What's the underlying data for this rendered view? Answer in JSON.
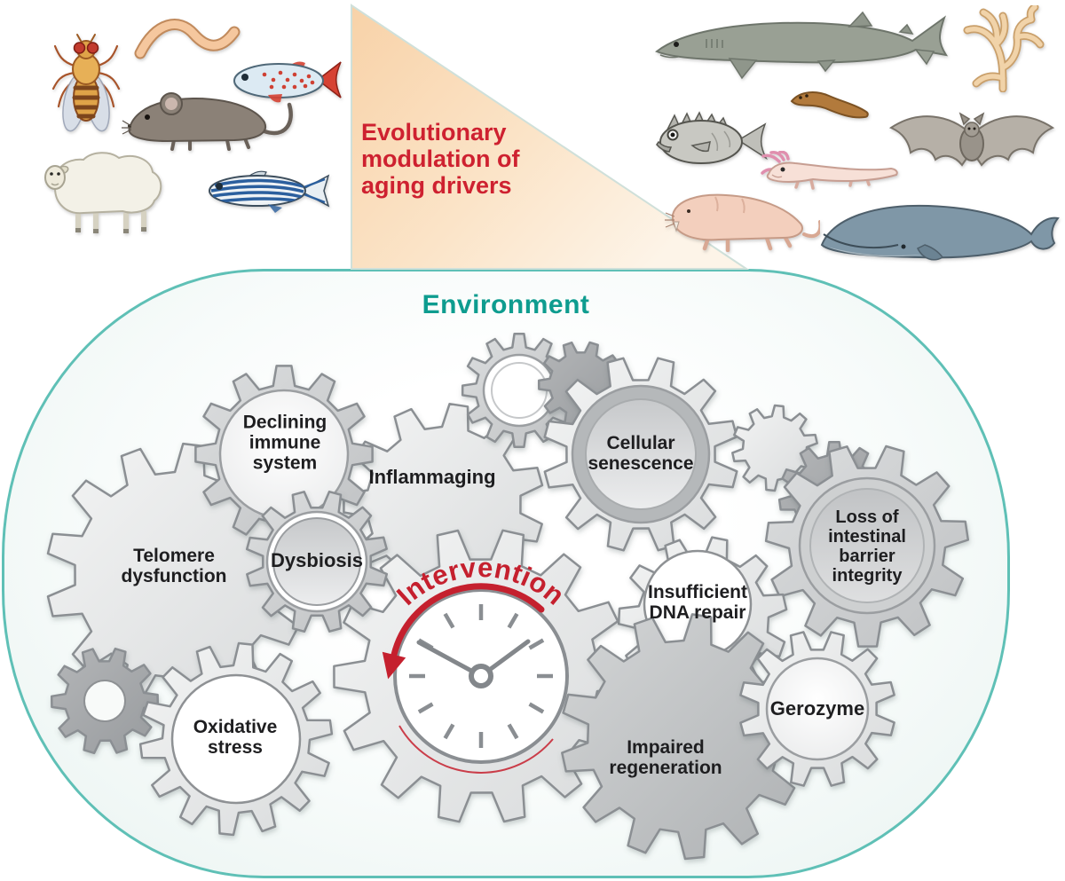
{
  "top": {
    "triangle_label": "Evolutionary\nmodulation of\naging drivers",
    "short_lived_models": [
      "fruit-fly",
      "roundworm",
      "turquoise-killifish",
      "mouse",
      "sheep",
      "zebrafish"
    ],
    "long_lived_models": [
      "greenland-shark",
      "coral",
      "rockfish",
      "planarian",
      "bat",
      "axolotl",
      "naked-mole-rat",
      "bowhead-whale"
    ]
  },
  "environment": {
    "title": "Environment",
    "clock": {
      "intervention_label": "Intervention"
    },
    "gear_labels": {
      "declining_immune_system": "Declining\nimmune\nsystem",
      "inflammaging": "Inflammaging",
      "cellular_senescence": "Cellular\nsenescence",
      "loss_of_intestinal_barrier_integrity": "Loss of\nintestinal\nbarrier\nintegrity",
      "telomere_dysfunction": "Telomere\ndysfunction",
      "dysbiosis": "Dysbiosis",
      "insufficient_dna_repair": "Insufficient\nDNA repair",
      "oxidative_stress": "Oxidative\nstress",
      "impaired_regeneration": "Impaired\nregeneration",
      "gerozyme": "Gerozyme"
    }
  },
  "colors": {
    "accent_red": "#ce2130",
    "title_teal": "#0e9c8f",
    "capsule_border": "#5fc0b6",
    "triangle_peach": "#f8d2a8"
  }
}
